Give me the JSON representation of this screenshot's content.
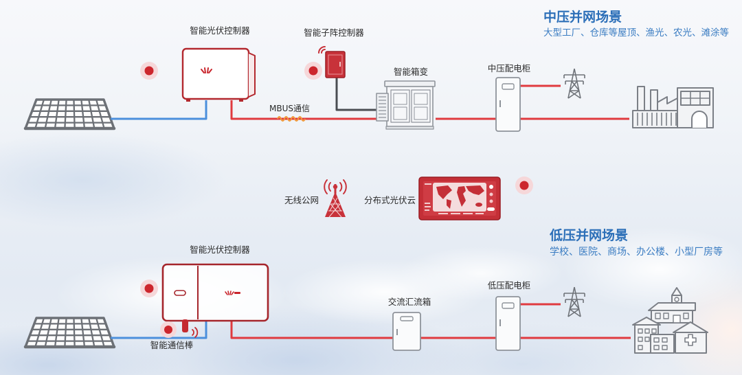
{
  "medium_voltage": {
    "title": "中压并网场景",
    "subtitle": "大型工厂、仓库等屋顶、渔光、农光、滩涂等",
    "pv_controller_label": "智能光伏控制器",
    "subarray_controller_label": "智能子阵控制器",
    "box_transformer_label": "智能箱变",
    "cabinet_label": "中压配电柜",
    "mbus_label": "MBUS通信"
  },
  "cloud": {
    "network_label": "无线公网",
    "cloud_label": "分布式光伏云"
  },
  "low_voltage": {
    "title": "低压并网场景",
    "subtitle": "学校、医院、商场、办公楼、小型厂房等",
    "pv_controller_label": "智能光伏控制器",
    "combiner_box_label": "交流汇流箱",
    "cabinet_label": "低压配电柜",
    "dongle_label": "智能通信棒"
  },
  "colors": {
    "title_blue": "#2c6fb8",
    "subtitle_blue": "#3a7cc2",
    "ac_line_red": "#e03a3f",
    "device_red": "#b3282e",
    "marker_red": "#cc262d",
    "dc_line_blue": "#4b8fdc",
    "comm_line_dark": "#4a4d52",
    "mbus_signal_orange": "#f29b38",
    "equipment_gray": "#7b7f86"
  },
  "icons": {
    "solar_panel": "solar-panel-icon",
    "pv_controller": "inverter-icon",
    "subarray_controller": "subarray-controller-icon",
    "box_transformer": "box-transformer-icon",
    "distribution_cabinet": "distribution-cabinet-icon",
    "transmission_tower": "transmission-tower-icon",
    "factory": "factory-icon",
    "cell_tower": "cell-tower-icon",
    "cloud_dashboard": "pv-cloud-dashboard-icon",
    "combiner_box": "ac-combiner-box-icon",
    "comm_dongle": "smart-dongle-icon",
    "buildings": "public-buildings-icon"
  }
}
